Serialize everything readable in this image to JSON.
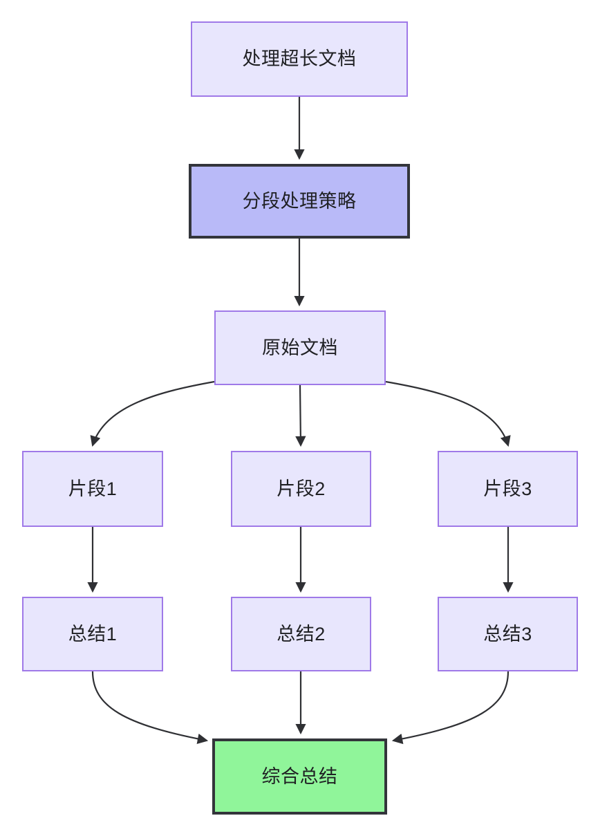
{
  "diagram": {
    "type": "flowchart",
    "direction": "top-down",
    "colors": {
      "node_fill_light": "#e8e6fd",
      "node_border_light": "#9f79e8",
      "node_fill_accent": "#b9baf8",
      "node_fill_success": "#90f59a",
      "node_border_strong": "#33353b",
      "edge_stroke": "#2f3034",
      "text": "#1f2023",
      "background": "#ffffff"
    },
    "nodes": [
      {
        "id": "doc",
        "label": "处理超长文档",
        "style": "light"
      },
      {
        "id": "strategy",
        "label": "分段处理策略",
        "style": "accent"
      },
      {
        "id": "source",
        "label": "原始文档",
        "style": "light"
      },
      {
        "id": "frag1",
        "label": "片段1",
        "style": "light"
      },
      {
        "id": "frag2",
        "label": "片段2",
        "style": "light"
      },
      {
        "id": "frag3",
        "label": "片段3",
        "style": "light"
      },
      {
        "id": "sum1",
        "label": "总结1",
        "style": "light"
      },
      {
        "id": "sum2",
        "label": "总结2",
        "style": "light"
      },
      {
        "id": "sum3",
        "label": "总结3",
        "style": "light"
      },
      {
        "id": "final",
        "label": "综合总结",
        "style": "success"
      }
    ],
    "edges": [
      {
        "from": "doc",
        "to": "strategy",
        "shape": "straight"
      },
      {
        "from": "strategy",
        "to": "source",
        "shape": "straight"
      },
      {
        "from": "source",
        "to": "frag1",
        "shape": "curve"
      },
      {
        "from": "source",
        "to": "frag2",
        "shape": "straight"
      },
      {
        "from": "source",
        "to": "frag3",
        "shape": "curve"
      },
      {
        "from": "frag1",
        "to": "sum1",
        "shape": "straight"
      },
      {
        "from": "frag2",
        "to": "sum2",
        "shape": "straight"
      },
      {
        "from": "frag3",
        "to": "sum3",
        "shape": "straight"
      },
      {
        "from": "sum1",
        "to": "final",
        "shape": "curve"
      },
      {
        "from": "sum2",
        "to": "final",
        "shape": "straight"
      },
      {
        "from": "sum3",
        "to": "final",
        "shape": "curve"
      }
    ]
  }
}
